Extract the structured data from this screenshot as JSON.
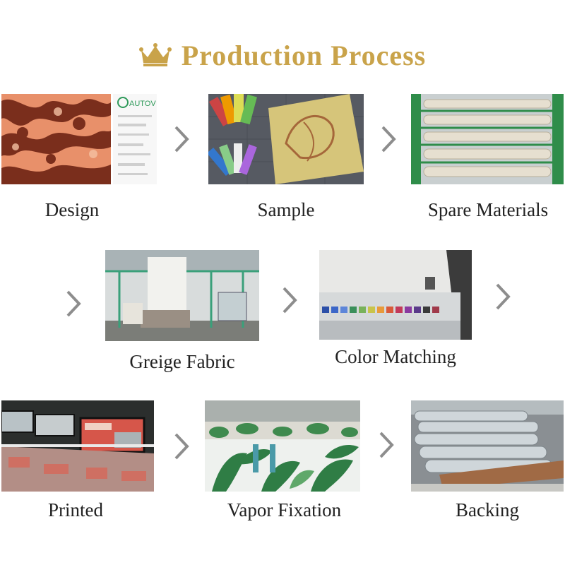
{
  "header": {
    "title": "Production Process",
    "crown_icon": "crown-icon"
  },
  "colors": {
    "accent_gold": "#c9a34a",
    "chevron_gray": "#8d8d8d",
    "label_text": "#222222"
  },
  "steps": [
    {
      "label": "Design",
      "doc_text": "AUTOV"
    },
    {
      "label": "Sample"
    },
    {
      "label": "Spare Materials"
    },
    {
      "label": "Greige Fabric"
    },
    {
      "label": "Color Matching"
    },
    {
      "label": "Printed"
    },
    {
      "label": "Vapor Fixation"
    },
    {
      "label": "Backing"
    }
  ],
  "arrow_icon": "chevron-right-icon"
}
